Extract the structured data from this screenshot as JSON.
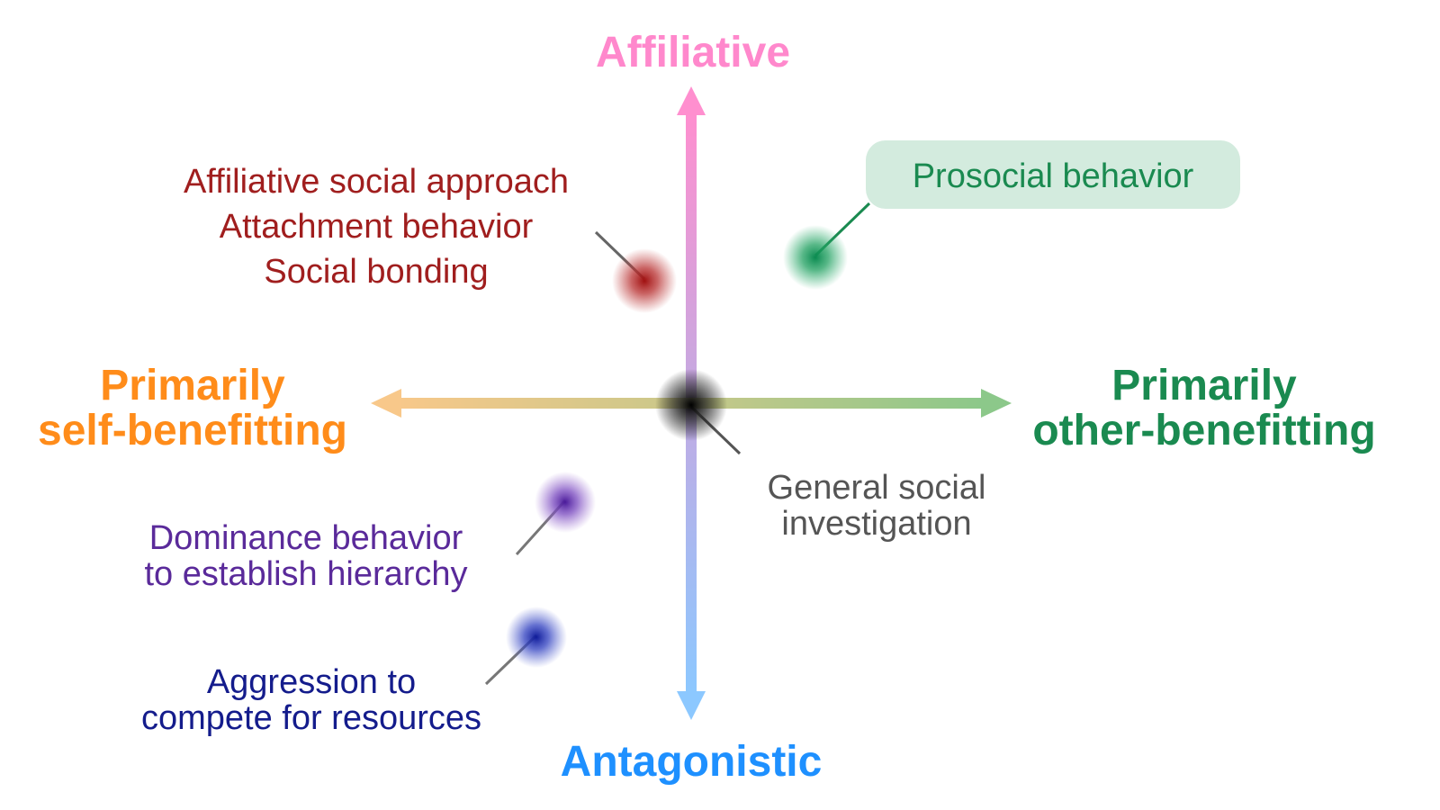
{
  "axes": {
    "top": {
      "label": "Affiliative",
      "color": "#ff88cc"
    },
    "bottom": {
      "label": "Antagonistic",
      "color": "#1e90ff"
    },
    "left": {
      "line1": "Primarily",
      "line2": "self-benefitting",
      "color": "#ff8c1a"
    },
    "right": {
      "line1": "Primarily",
      "line2": "other-benefitting",
      "color": "#1a8a50"
    }
  },
  "behaviors": {
    "affiliative": {
      "lines": [
        "Affiliative social approach",
        "Attachment behavior",
        "Social bonding"
      ],
      "color": "#a01e1e"
    },
    "prosocial": {
      "label": "Prosocial behavior",
      "color": "#1a8a50",
      "bg": "#d3ebde"
    },
    "general": {
      "lines": [
        "General social",
        "investigation"
      ],
      "color": "#555555"
    },
    "dominance": {
      "lines": [
        "Dominance behavior",
        "to establish hierarchy"
      ],
      "color": "#5a2a9a"
    },
    "aggression": {
      "lines": [
        "Aggression to",
        "compete for resources"
      ],
      "color": "#141c8c"
    }
  }
}
